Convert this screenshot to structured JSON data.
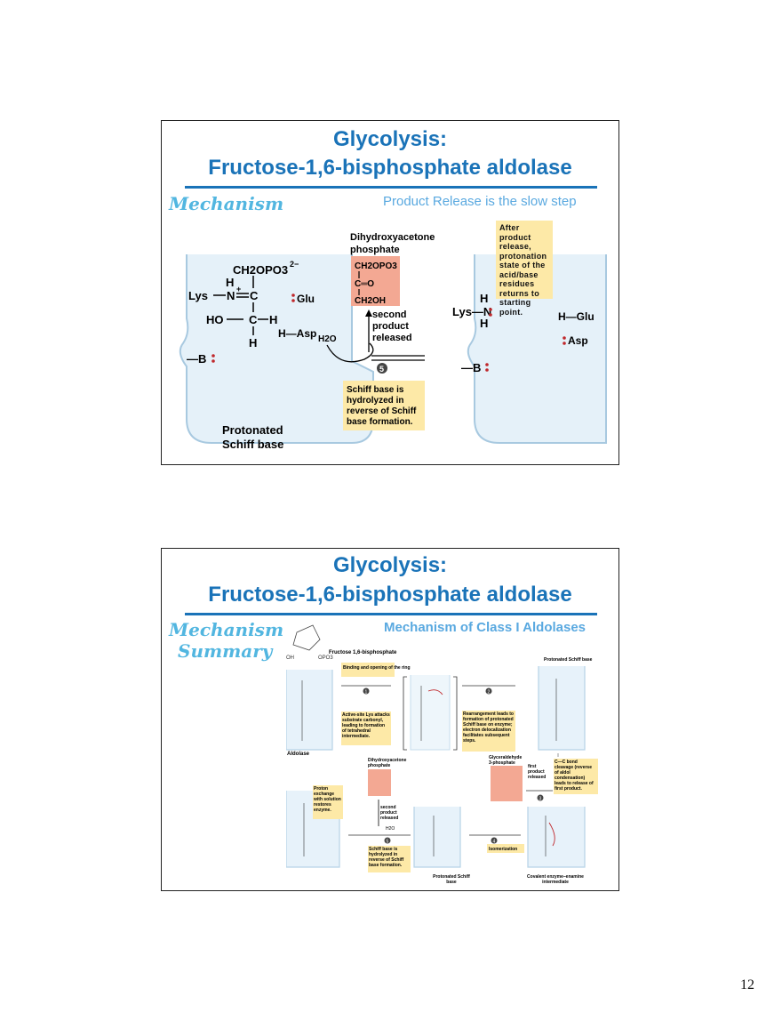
{
  "slide1": {
    "title_line1": "Glycolysis:",
    "title_line2": "Fructose-1,6-bisphosphate aldolase",
    "section_label": "Mechanism",
    "subtitle": "Product Release is the slow step",
    "note": "After product release, protonation state of the acid/base residues returns to starting point.",
    "figure": {
      "dhap_label_1": "Dihydroxyacetone",
      "dhap_label_2": "phosphate",
      "lys_left": "Lys",
      "n_plus": "N",
      "c": "C",
      "h": "H",
      "ch2opo3": "CH2OPO3",
      "charge": "2−",
      "ho": "HO",
      "glu": "Glu",
      "asp": "Asp",
      "h_asp": "H—Asp",
      "h2o": "H2O",
      "b_left": "—B",
      "dhap_ch2opo3": "CH2OPO3",
      "dhap_co": "C═O",
      "dhap_ch2oh": "CH2OH",
      "second_product_1": "second",
      "second_product_2": "product",
      "second_product_3": "released",
      "step": "5",
      "schiff_note_1": "Schiff base is",
      "schiff_note_2": "hydrolyzed in",
      "schiff_note_3": "reverse of Schiff",
      "schiff_note_4": "base formation.",
      "protonated_1": "Protonated",
      "protonated_2": "Schiff base",
      "lys_right": "Lys—N",
      "h_top": "H",
      "h_bottom": "H",
      "h_glu": "H—Glu",
      "asp_right": "Asp",
      "b_right": "—B"
    }
  },
  "slide2": {
    "title_line1": "Glycolysis:",
    "title_line2": "Fructose-1,6-bisphosphate aldolase",
    "section_label_1": "Mechanism",
    "section_label_2": "Summary",
    "subtitle": "Mechanism of Class I Aldolases",
    "figure": {
      "fbp_label": "Fructose 1,6-bisphosphate",
      "binding_note": "Binding and opening of the ring",
      "aldolase_label": "Aldolase",
      "active_site_note": "Active-site Lys attacks substrate carbonyl, leading to formation of tetrahedral intermediate.",
      "rearrangement_note": "Rearrangement leads to formation of protonated Schiff base on enzyme; electron delocalization facilitates subsequent steps.",
      "protonated_top": "Protonated Schiff base",
      "gap_label_1": "Glyceraldehyde",
      "gap_label_2": "3-phosphate",
      "first_product": "first product released",
      "cc_note": "C—C bond cleavage (reverse of aldol condensation) leads to release of first product.",
      "dhap_label_1": "Dihydroxyacetone",
      "dhap_label_2": "phosphate",
      "proton_note": "Proton exchange with solution restores enzyme.",
      "second_product": "second product released",
      "h2o": "H2O",
      "schiff_note": "Schiff base is hydrolyzed in reverse of Schiff base formation.",
      "isomerization": "Isomerization",
      "protonated_bottom": "Protonated Schiff base",
      "covalent_label": "Covalent enzyme–enamine intermediate",
      "steps": [
        "1",
        "2",
        "3",
        "4",
        "5"
      ]
    }
  },
  "page_number": "12"
}
